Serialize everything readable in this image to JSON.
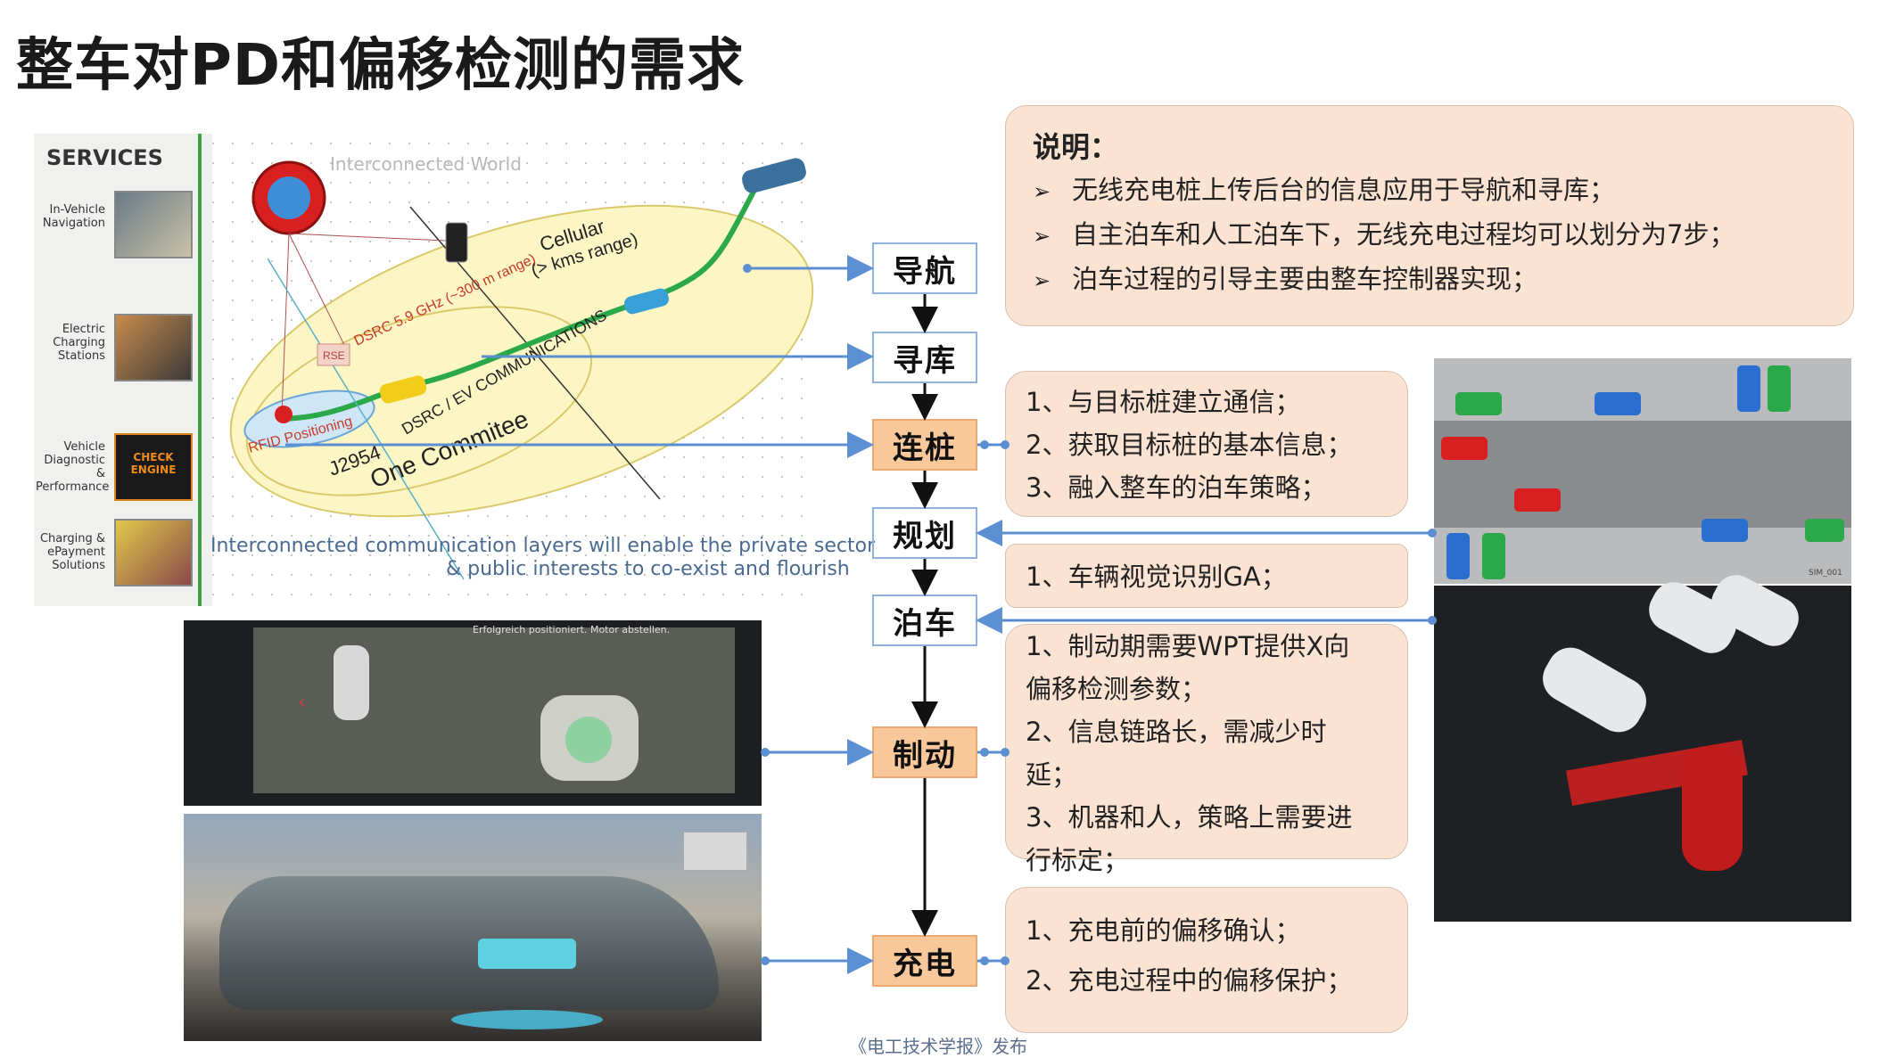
{
  "slide": {
    "title": "整车对PD和偏移检测的需求",
    "footer": "《电工技术学报》发布"
  },
  "interconnect_figure": {
    "services_title": "SERVICES",
    "services": [
      {
        "label": "In-Vehicle Navigation"
      },
      {
        "label": "Electric Charging Stations"
      },
      {
        "label": "Vehicle Diagnostic & Performance"
      },
      {
        "label": "Charging & ePayment Solutions"
      }
    ],
    "world_label": "Interconnected World",
    "cellular_label": "Cellular (> kms range)",
    "dsrc_label": "DSRC 5.9 GHz (~300 m range)",
    "rfid_label": "RFID Positioning",
    "dsrc_ev_label": "DSRC / EV COMMUNICATIONS",
    "j2954_label": "J2954",
    "one_committee_label": "One Commitee",
    "rse_label": "RSE",
    "check_engine_label": "CHECK ENGINE",
    "caption_line1": "Interconnected communication layers will enable the private sector",
    "caption_line2": "& public interests to co-exist and flourish"
  },
  "dashboard_photo": {
    "screen_text": "Erfolgreich positioniert. Motor abstellen."
  },
  "parking_diagram": {
    "code": "SIM_001"
  },
  "flow_steps": [
    {
      "id": "nav",
      "label": "导航",
      "style": "blue"
    },
    {
      "id": "search",
      "label": "寻库",
      "style": "blue"
    },
    {
      "id": "connect",
      "label": "连桩",
      "style": "orange"
    },
    {
      "id": "plan",
      "label": "规划",
      "style": "blue"
    },
    {
      "id": "park",
      "label": "泊车",
      "style": "blue"
    },
    {
      "id": "brake",
      "label": "制动",
      "style": "orange"
    },
    {
      "id": "charge",
      "label": "充电",
      "style": "orange"
    }
  ],
  "notes": {
    "summary": {
      "heading": "说明：",
      "items": [
        "无线充电桩上传后台的信息应用于导航和寻库；",
        "自主泊车和人工泊车下，无线充电过程均可以划分为7步；",
        "泊车过程的引导主要由整车控制器实现；"
      ]
    },
    "connect": [
      "1、与目标桩建立通信；",
      "2、获取目标桩的基本信息；",
      "3、融入整车的泊车策略；"
    ],
    "plan": [
      "1、车辆视觉识别GA；"
    ],
    "brake": [
      "1、制动期需要WPT提供X向",
      "偏移检测参数；",
      "2、信息链路长，需减少时",
      "延；",
      "3、机器和人，策略上需要进",
      "行标定；"
    ],
    "charge": [
      "1、充电前的偏移确认；",
      "2、充电过程中的偏移保护；"
    ]
  },
  "colors": {
    "step_blue": "#cfe0f4",
    "step_orange": "#f8c79a",
    "note_fill": "#fbe3d3",
    "arrow_blue": "#5b8fd1",
    "services_green": "#3ca047"
  }
}
